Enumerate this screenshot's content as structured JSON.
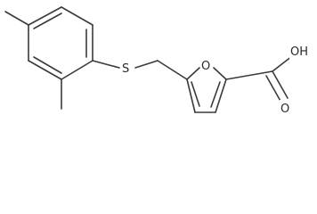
{
  "molecule": {
    "atoms": {
      "sulfur": "S",
      "ring_oxygen": "O",
      "acid_group": "OH",
      "carbonyl_oxygen": "O"
    },
    "bond_color": "#3a3a3a",
    "label_color": "#2a2a2a"
  }
}
